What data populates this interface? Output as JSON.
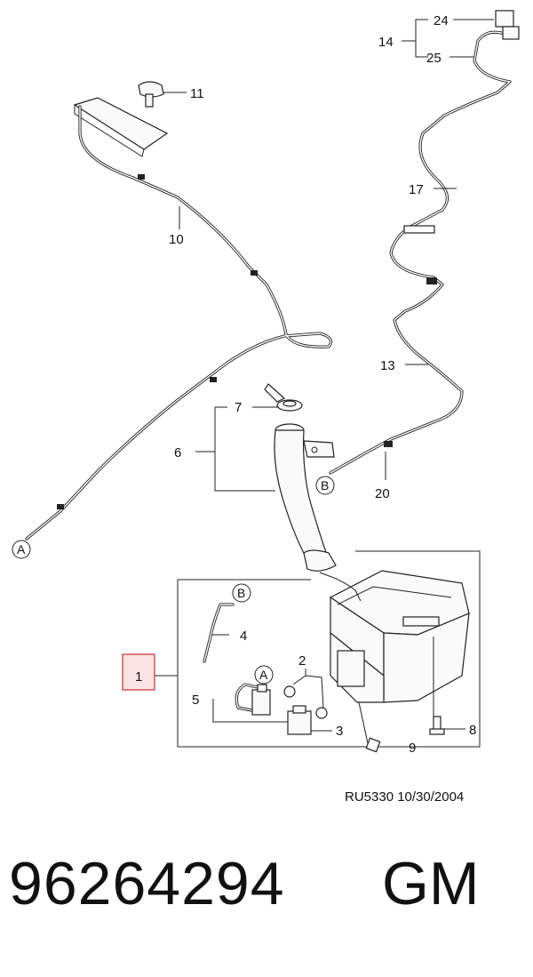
{
  "callouts": {
    "c1": "1",
    "c2": "2",
    "c3": "3",
    "c4": "4",
    "c5": "5",
    "c6": "6",
    "c7": "7",
    "c8": "8",
    "c9": "9",
    "c10": "10",
    "c11": "11",
    "c13": "13",
    "c14": "14",
    "c17": "17",
    "c20": "20",
    "c24": "24",
    "c25": "25"
  },
  "connectors": {
    "a_left": "A",
    "a_pump": "A",
    "b_right": "B",
    "b_tank": "B"
  },
  "highlight_color": "#d23a3a",
  "reference": "RU5330  10/30/2004",
  "part_number": "96264294",
  "brand": "GM"
}
